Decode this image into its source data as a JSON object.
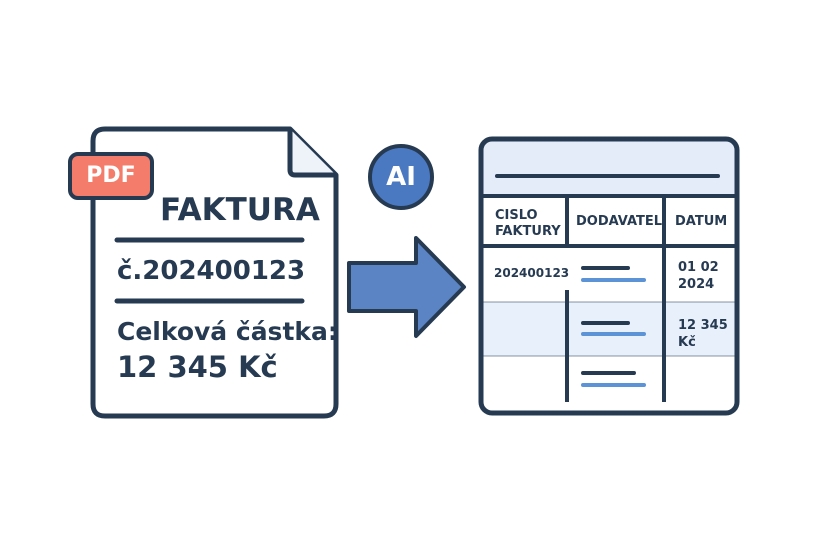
{
  "colors": {
    "outline": "#263a52",
    "pdf_badge": "#f47c6b",
    "arrow": "#5b84c4",
    "ai_circle": "#4a79c2",
    "table_header_fill": "#e3ecf8",
    "table_row_highlight": "#e8f0fb",
    "accent_line": "#5b93d6"
  },
  "document": {
    "badge": "PDF",
    "title": "FAKTURA",
    "number": "č.202400123",
    "total_label": "Celková částka:",
    "total_value": "12 345 Kč"
  },
  "ai_badge": "AI",
  "table": {
    "headers": [
      "CISLO FAKTURY",
      "DODAVATEL",
      "DATUM"
    ],
    "rows": [
      {
        "number": "202400123",
        "date": "01 02 2024"
      },
      {
        "amount": "12 345 Kč"
      }
    ]
  }
}
